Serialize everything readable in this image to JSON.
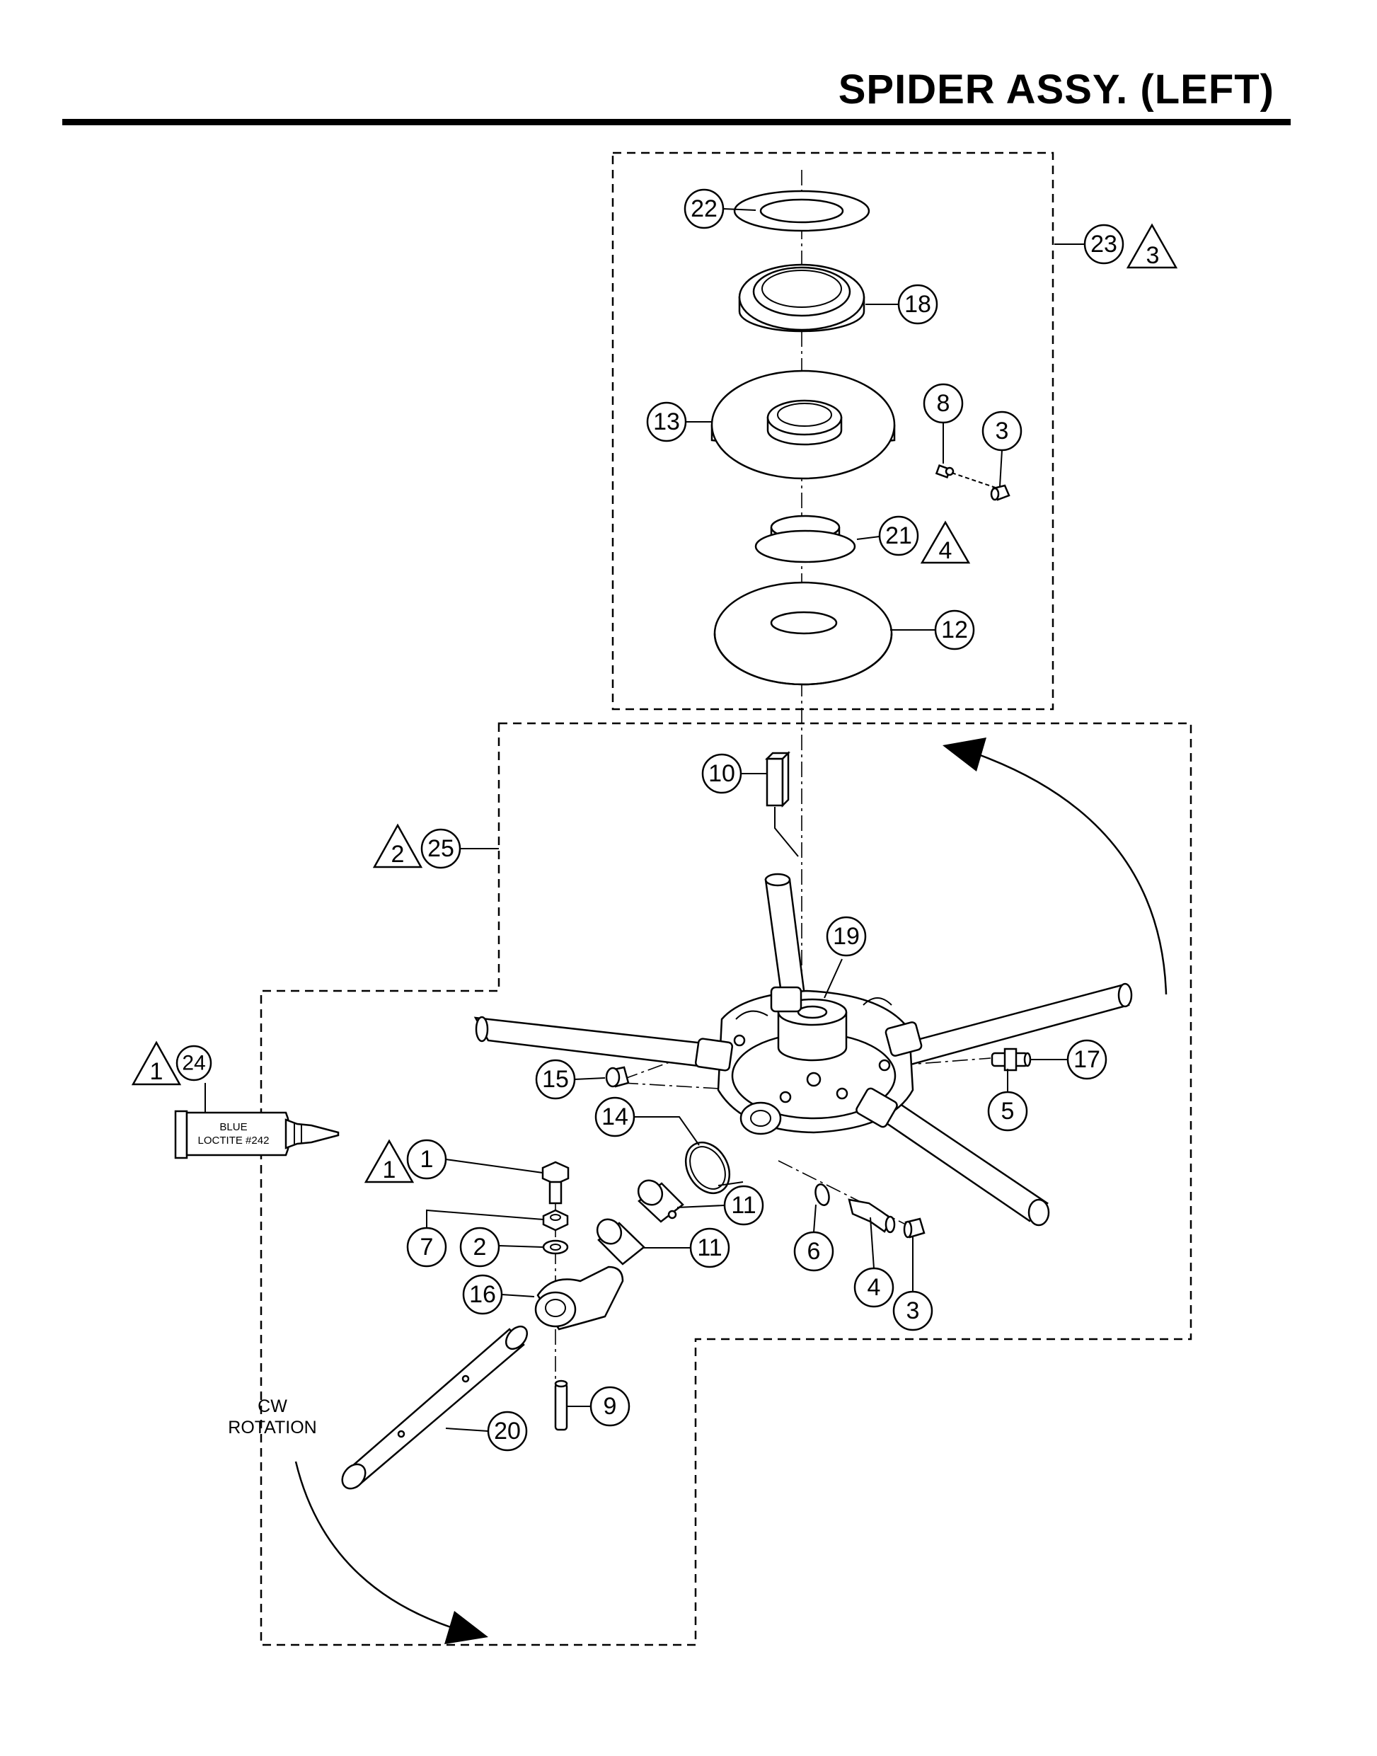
{
  "page": {
    "title": "SPIDER ASSY. (LEFT)"
  },
  "callouts": [
    {
      "id": "c22",
      "label": "22"
    },
    {
      "id": "c23",
      "label": "23"
    },
    {
      "id": "c18",
      "label": "18"
    },
    {
      "id": "c13",
      "label": "13"
    },
    {
      "id": "c8",
      "label": "8"
    },
    {
      "id": "c3a",
      "label": "3"
    },
    {
      "id": "c21",
      "label": "21"
    },
    {
      "id": "c12",
      "label": "12"
    },
    {
      "id": "c10",
      "label": "10"
    },
    {
      "id": "c25",
      "label": "25"
    },
    {
      "id": "c19",
      "label": "19"
    },
    {
      "id": "c24",
      "label": "24"
    },
    {
      "id": "c15",
      "label": "15"
    },
    {
      "id": "c17",
      "label": "17"
    },
    {
      "id": "c5",
      "label": "5"
    },
    {
      "id": "c14",
      "label": "14"
    },
    {
      "id": "c1",
      "label": "1"
    },
    {
      "id": "c11a",
      "label": "11"
    },
    {
      "id": "c7",
      "label": "7"
    },
    {
      "id": "c2",
      "label": "2"
    },
    {
      "id": "c11b",
      "label": "11"
    },
    {
      "id": "c6",
      "label": "6"
    },
    {
      "id": "c16",
      "label": "16"
    },
    {
      "id": "c4",
      "label": "4"
    },
    {
      "id": "c3b",
      "label": "3"
    },
    {
      "id": "c9",
      "label": "9"
    },
    {
      "id": "c20",
      "label": "20"
    }
  ],
  "notes": [
    {
      "id": "n3",
      "label": "3"
    },
    {
      "id": "n4",
      "label": "4"
    },
    {
      "id": "n2",
      "label": "2"
    },
    {
      "id": "n1a",
      "label": "1"
    },
    {
      "id": "n1b",
      "label": "1"
    }
  ],
  "tube_label": {
    "line1": "BLUE",
    "line2": "LOCTITE #242"
  },
  "rotation_label": {
    "line1": "CW",
    "line2": "ROTATION"
  }
}
